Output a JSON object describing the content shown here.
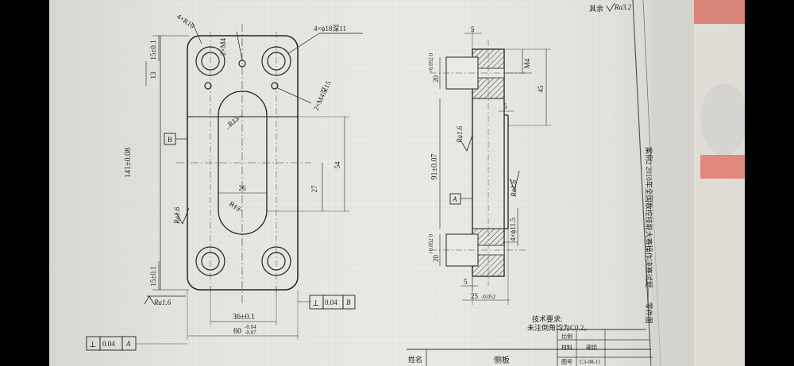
{
  "drawing": {
    "top_note": "其余",
    "top_note_ra": "Ra3.2",
    "bolt_holes": "4×R10",
    "cbore_holes": "4×ϕ18深11",
    "tap_holes_top": "2×M4",
    "tap_holes_right": "2×M4深15",
    "dim_15_top": "15±0.1",
    "dim_13": "13",
    "dim_141": "141±0.08",
    "datum_b": "B",
    "datum_a": "A",
    "slot_r_top": "R13",
    "slot_r_bottom": "R13",
    "dim_26": "26",
    "dim_27": "27",
    "dim_54": "54",
    "ra_left": "Ra1.6",
    "dim_15_bottom": "15±0.1",
    "ra_bottom": "Ra1.6",
    "perp_left_symbol": "⊥",
    "perp_left_value": "0.04",
    "perp_left_datum": "A",
    "dim_36": "36±0.1",
    "perp_right_symbol": "⊥",
    "perp_right_value": "0.04",
    "perp_right_datum": "B",
    "dim_60": "60",
    "dim_60_tol_upper": "-0.04",
    "dim_60_tol_lower": "-0.07",
    "side_dim_5_top": "5",
    "side_dim_20_top": "20",
    "side_dim_20_top_tol": "+0.052 0",
    "side_m4": "M4",
    "side_dim_45": "45",
    "side_dim_5_mid": "5",
    "side_ra_top": "Ra1.6",
    "side_dim_91": "91±0.07",
    "side_datum_a": "A",
    "side_ra_mid": "Ra1.6",
    "side_holes": "4×ϕ11.5",
    "side_dim_20_bottom": "20",
    "side_dim_20_bottom_tol": "+0.052 0",
    "side_dim_5_bottom": "5",
    "side_dim_25": "25",
    "side_dim_25_tol": "-0.052",
    "tech_req_title": "技术要求:",
    "tech_req_line": "未注倒角均为C0.2。",
    "title_block": {
      "name_label": "姓名",
      "part_name": "侧板",
      "scale_label": "比例",
      "material_label": "材料",
      "material_value": "硬铝",
      "drawing_no_label": "图号",
      "drawing_no_value": "C3-08-11"
    },
    "spine_text": "案例2 2010年全国数控技能大赛操作决赛试题——零件图"
  }
}
